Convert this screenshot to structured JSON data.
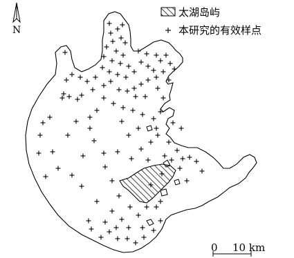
{
  "north": {
    "label": "N"
  },
  "legend": {
    "island_label": "太湖岛屿",
    "sample_label": "本研究的有效样点"
  },
  "scale_bar": {
    "start_label": "0",
    "end_label": "10 km"
  },
  "icons": {
    "north_arrow": "north-arrow-icon",
    "sample_marker": "plus-icon",
    "island_fill": "hatch-pattern"
  }
}
